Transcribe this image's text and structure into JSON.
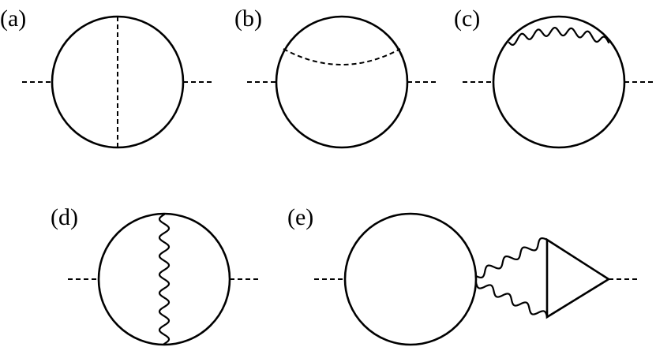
{
  "panels": [
    {
      "id": "a",
      "label": "(a)"
    },
    {
      "id": "b",
      "label": "(b)"
    },
    {
      "id": "c",
      "label": "(c)"
    },
    {
      "id": "d",
      "label": "(d)"
    },
    {
      "id": "e",
      "label": "(e)"
    }
  ],
  "colors": {
    "line": "#000000",
    "background": "#ffffff"
  }
}
